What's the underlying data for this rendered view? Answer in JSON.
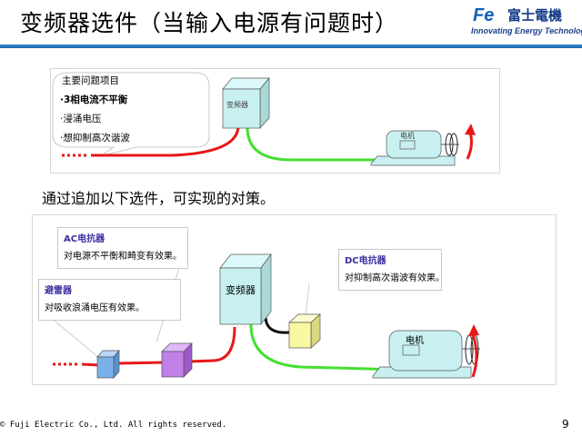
{
  "header": {
    "title": "变频器选件（当输入电源有问题时）",
    "logo_mark": "Fe",
    "logo_name": "富士電機",
    "logo_tagline": "Innovating Energy Technology"
  },
  "diagram1": {
    "callout_title": "主要问题项目",
    "issues": [
      "·3相电流不平衡",
      "·浸涌电压",
      "·想抑制高次谐波"
    ],
    "inverter_label": "变频器",
    "motor_label": "电机"
  },
  "subtitle": "通过追加以下选件，可实现的对策。",
  "diagram2": {
    "ac_reactor": {
      "title": "AC电抗器",
      "desc": "对电源不平衡和畸变有效果。"
    },
    "dc_reactor": {
      "title": "DC电抗器",
      "desc": "对抑制高次谐波有效果。"
    },
    "arrester": {
      "title": "避雷器",
      "desc": "对吸收浪涌电压有效果。"
    },
    "inverter_label": "变频器",
    "motor_label": "电机"
  },
  "footer": {
    "copyright": "© Fuji Electric Co., Ltd. All rights reserved.",
    "page": "9"
  },
  "colors": {
    "power_line": "#e81818",
    "motor_line": "#44e030",
    "inverter": "#c8f0f0",
    "arrester": "#7ab0e8",
    "ac_reactor": "#c080e8",
    "dc_reactor": "#f8f8a0"
  }
}
